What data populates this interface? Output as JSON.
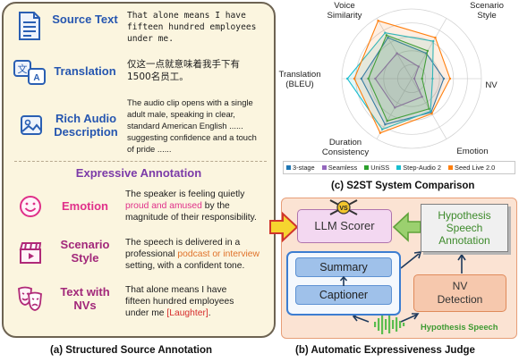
{
  "left_panel": {
    "source": {
      "label": "Source Text",
      "text_lines": [
        "That alone means I have",
        "fifteen hundred employees",
        "under me."
      ]
    },
    "translation": {
      "label": "Translation",
      "text_lines": [
        "仅这一点就意味着我手下有",
        "1500名员工。"
      ]
    },
    "rich_audio": {
      "label_lines": [
        "Rich Audio",
        "Description"
      ],
      "text_lines": [
        "The audio clip opens with a single",
        "adult male, speaking in clear,",
        "standard American English ......",
        "suggesting confidence and a touch",
        "of pride ......"
      ]
    },
    "expressive_title": "Expressive Annotation",
    "emotion": {
      "label": "Emotion",
      "line1": "The speaker is feeling quietly",
      "line2_highlight": "proud and amused",
      "line2_rest": " by the",
      "line3": "magnitude of their responsibility."
    },
    "scenario": {
      "label_lines": [
        "Scenario",
        "Style"
      ],
      "line1": "The speech is delivered in a",
      "line2_pre": "professional ",
      "line2_highlight": "podcast or interview",
      "line3": "setting, with a confident tone."
    },
    "nvs": {
      "label_lines": [
        "Text with",
        "NVs"
      ],
      "line1": "That alone means I have",
      "line2": "fifteen hundred employees",
      "line3_pre": "under me ",
      "line3_highlight": "[Laughter]",
      "line3_post": "."
    },
    "caption": "(a) Structured Source Annotation"
  },
  "chart_data": {
    "type": "radar",
    "axes": [
      "Voice Similarity",
      "Scenario Style",
      "NV",
      "Emotion",
      "Duration Consistency",
      "Translation (BLEU)"
    ],
    "axis_label_lines": [
      [
        "Voice",
        "Similarity"
      ],
      [
        "Scenario",
        "Style"
      ],
      [
        "NV"
      ],
      [
        "Emotion"
      ],
      [
        "Duration",
        "Consistency"
      ],
      [
        "Translation",
        "(BLEU)"
      ]
    ],
    "rlim": [
      0,
      1
    ],
    "grid": true,
    "legend_position": "bottom",
    "series": [
      {
        "name": "3-stage",
        "values": [
          0.68,
          0.42,
          0.46,
          0.56,
          0.76,
          0.72
        ],
        "color": "#1f77b4"
      },
      {
        "name": "Seamless",
        "values": [
          0.42,
          0.2,
          0.04,
          0.3,
          0.48,
          0.52
        ],
        "color": "#9467bd"
      },
      {
        "name": "UniSS",
        "values": [
          0.72,
          0.46,
          0.15,
          0.5,
          0.7,
          0.62
        ],
        "color": "#2ca02c"
      },
      {
        "name": "Step-Audio 2",
        "values": [
          0.76,
          0.62,
          0.3,
          0.54,
          0.84,
          0.92
        ],
        "color": "#17becf"
      },
      {
        "name": "Seed Live 2.0",
        "values": [
          0.96,
          0.68,
          0.55,
          0.58,
          0.9,
          0.82
        ],
        "color": "#ff7f0e"
      }
    ]
  },
  "radar_caption": "(c) S2ST System Comparison",
  "judge": {
    "scorer": "LLM Scorer",
    "vs_badge": "VS",
    "hyp_annotation_lines": [
      "Hypothesis",
      "Speech",
      "Annotation"
    ],
    "summary": "Summary",
    "captioner": "Captioner",
    "nv_detection_lines": [
      "NV",
      "Detection"
    ],
    "hyp_speech": "Hypothesis Speech",
    "caption": "(b) Automatic Expressiveness Judge"
  },
  "colors": {
    "label_blue": "#2a5fb3",
    "label_pink": "#df2f88",
    "label_purple": "#7b3aa8",
    "panel_bg": "#fbf5df",
    "judge_bg": "#fbe3d3"
  }
}
